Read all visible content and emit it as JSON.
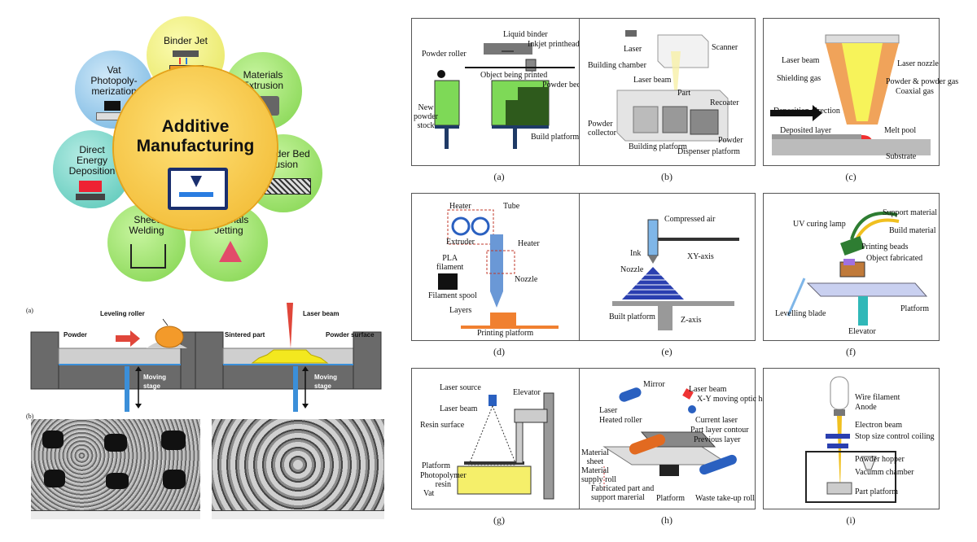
{
  "am": {
    "center_line1": "Additive",
    "center_line2": "Manufacturing",
    "petals": [
      {
        "l1": "Binder Jet",
        "l2": "",
        "l3": ""
      },
      {
        "l1": "Materials",
        "l2": "Extrusion",
        "l3": ""
      },
      {
        "l1": "Powder Bed",
        "l2": "Fusion",
        "l3": ""
      },
      {
        "l1": "Materials",
        "l2": "Jetting",
        "l3": ""
      },
      {
        "l1": "Sheet",
        "l2": "Welding",
        "l3": ""
      },
      {
        "l1": "Direct",
        "l2": "Energy",
        "l3": "Deposition"
      },
      {
        "l1": "Vat",
        "l2": "Photopoly-",
        "l3": "merization"
      }
    ],
    "colors": {
      "center": "#f5c842",
      "yellow": "#f2f07a",
      "green": "#9be06b",
      "blue": "#7fc4e8",
      "teal": "#6fd6c8"
    }
  },
  "sls": {
    "label_a": "(a)",
    "label_b": "(b)",
    "leveling_roller": "Leveling roller",
    "laser_beam": "Laser beam",
    "powder": "Powder",
    "sintered_part": "Sintered part",
    "powder_surface": "Powder surface",
    "moving_stage_1": "Moving",
    "moving_stage_1b": "stage",
    "moving_stage_2": "Moving",
    "moving_stage_2b": "stage"
  },
  "panels": {
    "a": {
      "caption": "(a)",
      "liquid_binder": "Liquid binder",
      "inkjet_printhead": "Inkjet printhead",
      "powder_roller": "Powder roller",
      "object_being_printed": "Object being printed",
      "powder_bed": "Powder bed",
      "new_powder": "New",
      "new_powder2": "powder",
      "new_powder3": "stock",
      "build_platform": "Build platform"
    },
    "b": {
      "caption": "(b)",
      "laser": "Laser",
      "scanner": "Scanner",
      "building_chamber": "Building chamber",
      "laser_beam": "Laser beam",
      "part": "Part",
      "recoater": "Recoater",
      "powder_collector": "Powder",
      "powder_collector2": "collector",
      "building_platform": "Building platform",
      "powder": "Powder",
      "dispenser_platform": "Dispenser platform"
    },
    "c": {
      "caption": "(c)",
      "laser_beam": "Laser beam",
      "laser_nozzle": "Laser nozzle",
      "shielding_gas": "Shielding gas",
      "powder_gas": "Powder & powder gas",
      "coaxial_gas": "Coaxial gas",
      "deposition_direction": "Deposition direction",
      "deposited_layer": "Deposited layer",
      "melt_pool": "Melt pool",
      "substrate": "Substrate"
    },
    "d": {
      "caption": "(d)",
      "heater": "Heater",
      "tube": "Tube",
      "extruder": "Extruder",
      "heater2": "Heater",
      "pla": "PLA",
      "filament": "filament",
      "nozzle": "Nozzle",
      "filament_spool": "Filament spool",
      "layers": "Layers",
      "printing_platform": "Printing platform"
    },
    "e": {
      "caption": "(e)",
      "compressed_air": "Compressed air",
      "ink": "Ink",
      "xy_axis": "XY-axis",
      "nozzle": "Nozzle",
      "built_platform": "Built platform",
      "z_axis": "Z-axis"
    },
    "f": {
      "caption": "(f)",
      "support_material": "Support material",
      "uv_lamp": "UV curing lamp",
      "build_material": "Build material",
      "printing_beads": "Printing beads",
      "object_fabricated": "Object fabricated",
      "levelling_blade": "Levelling blade",
      "platform": "Platform",
      "elevator": "Elevator"
    },
    "g": {
      "caption": "(g)",
      "laser_source": "Laser source",
      "elevator": "Elevator",
      "laser_beam": "Laser beam",
      "resin_surface": "Resin surface",
      "platform": "Platform",
      "photopolymer": "Photopolymer",
      "resin": "resin",
      "vat": "Vat"
    },
    "h": {
      "caption": "(h)",
      "mirror": "Mirror",
      "laser_beam": "Laser beam",
      "laser": "Laser",
      "xy_head": "X-Y moving optic head",
      "heated_roller": "Heated roller",
      "current_laser": "Current laser",
      "part_layer": "Part layer contour",
      "previous_layer": "Previous layer",
      "material": "Material",
      "sheet": "sheet",
      "material_supply": "Material",
      "supply_roll": "supply roll",
      "fabricated_part": "Fabricated part and",
      "support_material": "support marerial",
      "platform": "Platform",
      "waste_roll": "Waste take-up roll"
    },
    "i": {
      "caption": "(i)",
      "wire_filament": "Wire filament",
      "anode": "Anode",
      "electron_beam": "Electron beam",
      "stop_size": "Stop size control coiling",
      "powder_hopper": "Powder hopper",
      "vacuum_chamber": "Vacumm chamber",
      "part_platform": "Part platform"
    }
  }
}
